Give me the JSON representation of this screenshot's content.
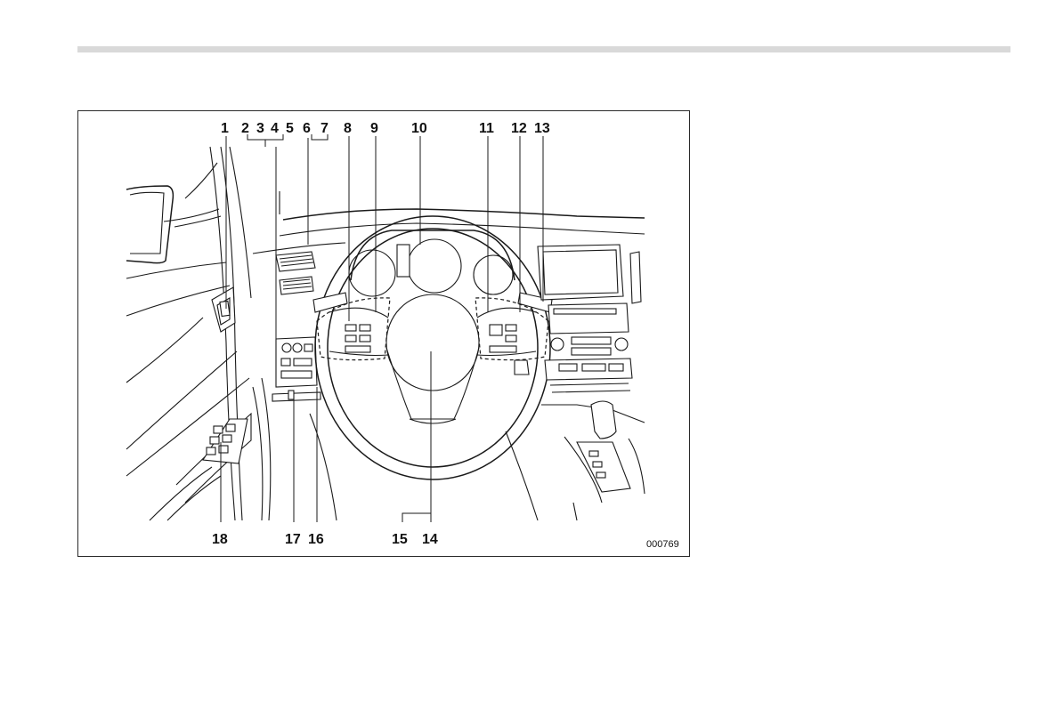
{
  "header": {
    "rule_color": "#d9d9d9"
  },
  "figure": {
    "id": "000769",
    "callouts_top": [
      "1",
      "2",
      "3",
      "4",
      "5",
      "6",
      "7",
      "8",
      "9",
      "10",
      "11",
      "12",
      "13"
    ],
    "callouts_bottom": [
      "18",
      "17",
      "16",
      "15",
      "14"
    ]
  }
}
